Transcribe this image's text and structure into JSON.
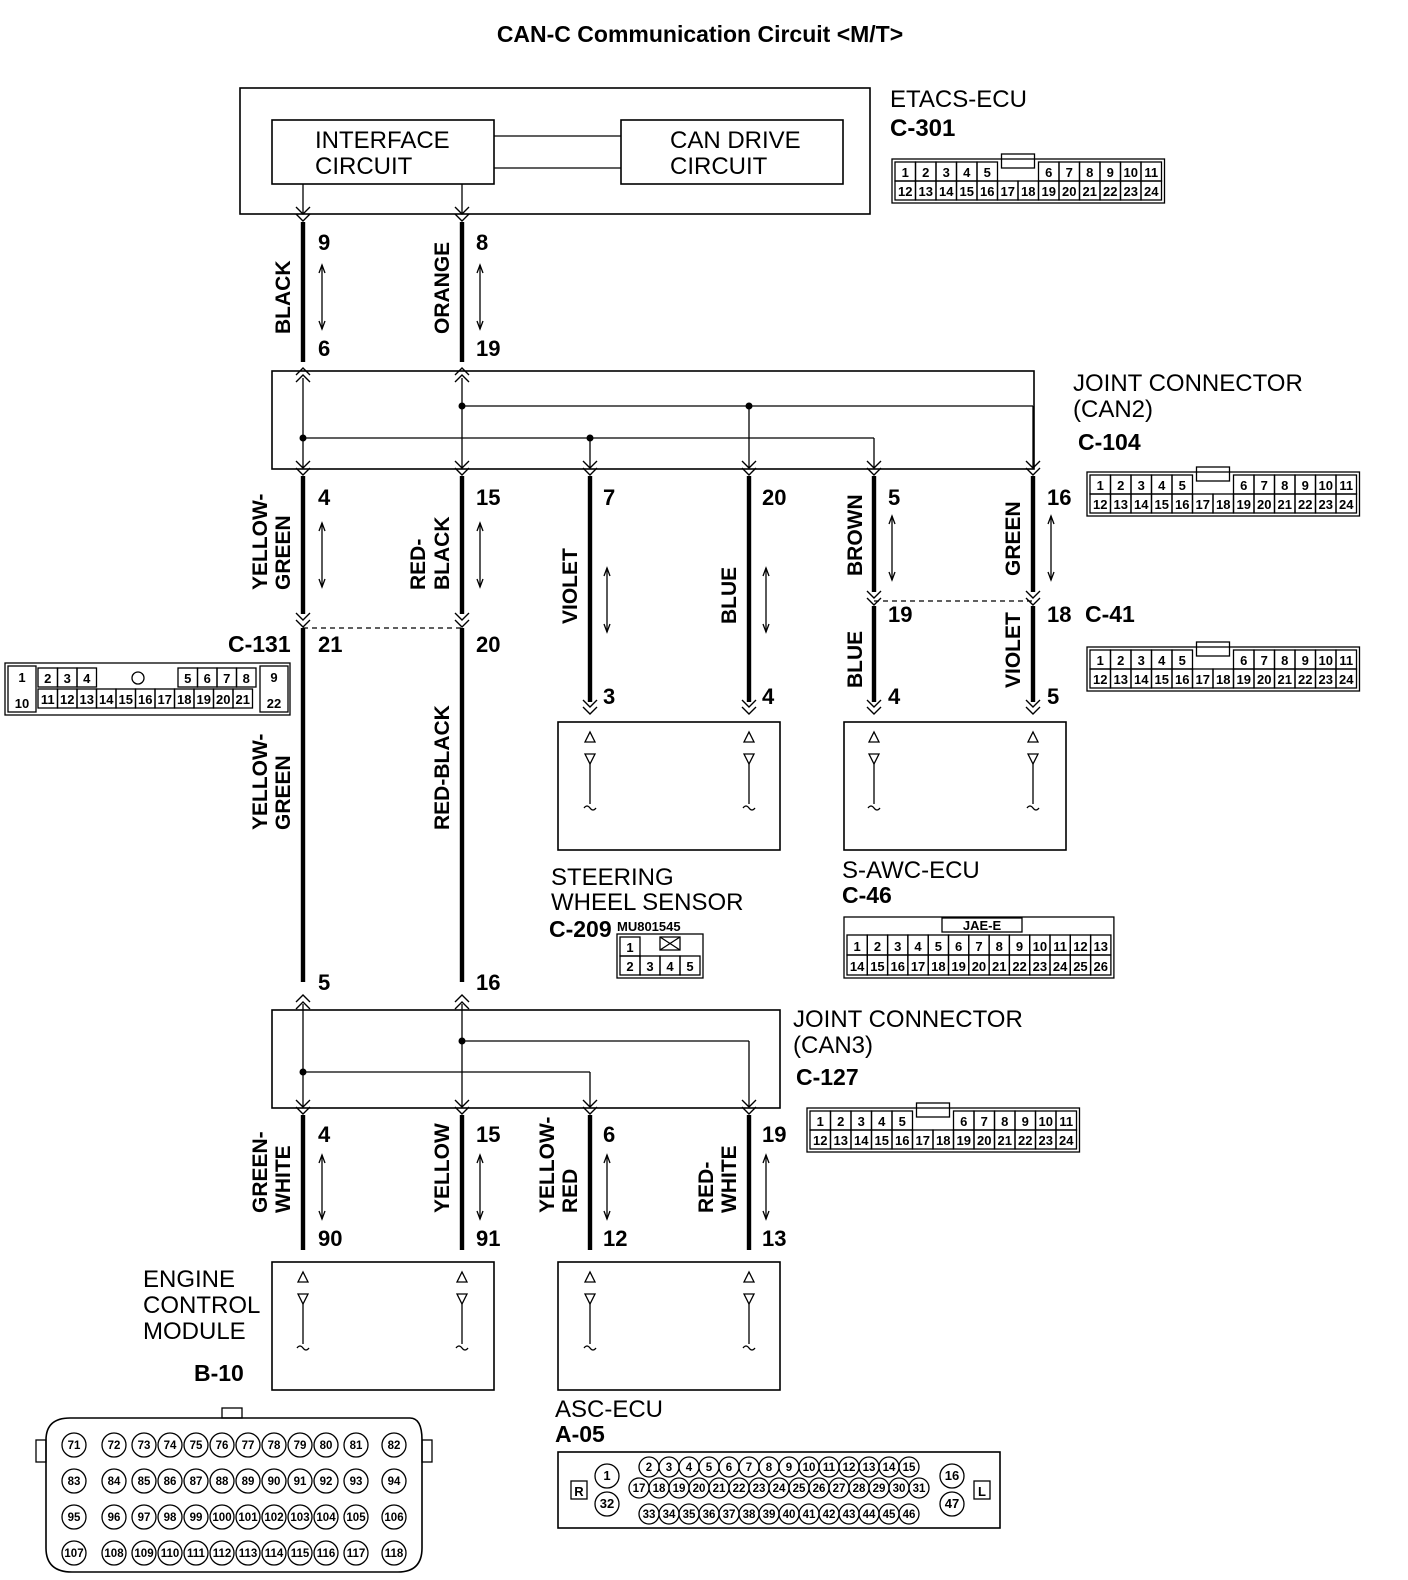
{
  "title": "CAN-C Communication Circuit <M/T>",
  "etacs": {
    "name": "ETACS-ECU",
    "connector": "C-301",
    "interface_label": [
      "INTERFACE",
      "CIRCUIT"
    ],
    "can_drive_label": [
      "CAN DRIVE",
      "CIRCUIT"
    ],
    "pins_top": [
      "1",
      "2",
      "3",
      "4",
      "5",
      "6",
      "7",
      "8",
      "9",
      "10",
      "11"
    ],
    "pins_bottom": [
      "12",
      "13",
      "14",
      "15",
      "16",
      "17",
      "18",
      "19",
      "20",
      "21",
      "22",
      "23",
      "24"
    ]
  },
  "joint_can2": {
    "name": [
      "JOINT CONNECTOR",
      "(CAN2)"
    ],
    "connector": "C-104"
  },
  "joint_can3": {
    "name": [
      "JOINT CONNECTOR",
      "(CAN3)"
    ],
    "connector": "C-127"
  },
  "c41": {
    "connector": "C-41"
  },
  "c131": {
    "connector": "C-131",
    "pins_top": [
      "1",
      "2",
      "3",
      "4",
      "5",
      "6",
      "7",
      "8",
      "9"
    ],
    "pins_bottom": [
      "10",
      "11",
      "12",
      "13",
      "14",
      "15",
      "16",
      "17",
      "18",
      "19",
      "20",
      "21",
      "22"
    ]
  },
  "std24": {
    "top": [
      "1",
      "2",
      "3",
      "4",
      "5",
      "6",
      "7",
      "8",
      "9",
      "10",
      "11"
    ],
    "bottom": [
      "12",
      "13",
      "14",
      "15",
      "16",
      "17",
      "18",
      "19",
      "20",
      "21",
      "22",
      "23",
      "24"
    ]
  },
  "steering": {
    "name": [
      "STEERING",
      "WHEEL SENSOR"
    ],
    "connector": "C-209",
    "part_no": "MU801545",
    "pins_top": [
      "1"
    ],
    "pins_bottom": [
      "2",
      "3",
      "4",
      "5"
    ]
  },
  "sawc": {
    "name": "S-AWC-ECU",
    "connector": "C-46",
    "header": "JAE-E",
    "pins_top": [
      "1",
      "2",
      "3",
      "4",
      "5",
      "6",
      "7",
      "8",
      "9",
      "10",
      "11",
      "12",
      "13"
    ],
    "pins_bottom": [
      "14",
      "15",
      "16",
      "17",
      "18",
      "19",
      "20",
      "21",
      "22",
      "23",
      "24",
      "25",
      "26"
    ]
  },
  "ecm": {
    "name": [
      "ENGINE",
      "CONTROL",
      "MODULE"
    ],
    "connector": "B-10",
    "rows": [
      [
        "71",
        "72",
        "73",
        "74",
        "75",
        "76",
        "77",
        "78",
        "79",
        "80",
        "81",
        "82"
      ],
      [
        "83",
        "84",
        "85",
        "86",
        "87",
        "88",
        "89",
        "90",
        "91",
        "92",
        "93",
        "94"
      ],
      [
        "95",
        "96",
        "97",
        "98",
        "99",
        "100",
        "101",
        "102",
        "103",
        "104",
        "105",
        "106"
      ],
      [
        "107",
        "108",
        "109",
        "110",
        "111",
        "112",
        "113",
        "114",
        "115",
        "116",
        "117",
        "118"
      ]
    ]
  },
  "asc": {
    "name": "ASC-ECU",
    "connector": "A-05",
    "row_top": [
      "2",
      "3",
      "4",
      "5",
      "6",
      "7",
      "8",
      "9",
      "10",
      "11",
      "12",
      "13",
      "14",
      "15"
    ],
    "row_mid": [
      "17",
      "18",
      "19",
      "20",
      "21",
      "22",
      "23",
      "24",
      "25",
      "26",
      "27",
      "28",
      "29",
      "30",
      "31"
    ],
    "row_bot": [
      "33",
      "34",
      "35",
      "36",
      "37",
      "38",
      "39",
      "40",
      "41",
      "42",
      "43",
      "44",
      "45",
      "46"
    ],
    "left_pins": [
      "1",
      "32"
    ],
    "right_pins": [
      "16",
      "47"
    ],
    "side_left": "R",
    "side_right": "L"
  },
  "wires": {
    "black": "BLACK",
    "orange": "ORANGE",
    "yellow_green": [
      "YELLOW-",
      "GREEN"
    ],
    "red_black": [
      "RED-",
      "BLACK"
    ],
    "red_black_long": "RED-BLACK",
    "violet": "VIOLET",
    "blue": "BLUE",
    "brown": "BROWN",
    "green": "GREEN",
    "green_white": [
      "GREEN-",
      "WHITE"
    ],
    "yellow": "YELLOW",
    "yellow_red": [
      "YELLOW-",
      "RED"
    ],
    "red_white": [
      "RED-",
      "WHITE"
    ]
  },
  "pin_numbers": {
    "etacs_a": "9",
    "etacs_b": "8",
    "can2_in_a": "6",
    "can2_in_b": "19",
    "can2_out1": "4",
    "can2_out2": "15",
    "can2_out3": "7",
    "can2_out4": "20",
    "can2_out5": "5",
    "can2_out6": "16",
    "c131_a": "21",
    "c131_b": "20",
    "c41_a": "19",
    "c41_b": "18",
    "sws_a": "3",
    "sws_b": "4",
    "sawc_a": "4",
    "sawc_b": "5",
    "can3_in_a": "5",
    "can3_in_b": "16",
    "can3_out1": "4",
    "can3_out2": "15",
    "can3_out3": "6",
    "can3_out4": "19",
    "ecm_a": "90",
    "ecm_b": "91",
    "asc_a": "12",
    "asc_b": "13"
  }
}
